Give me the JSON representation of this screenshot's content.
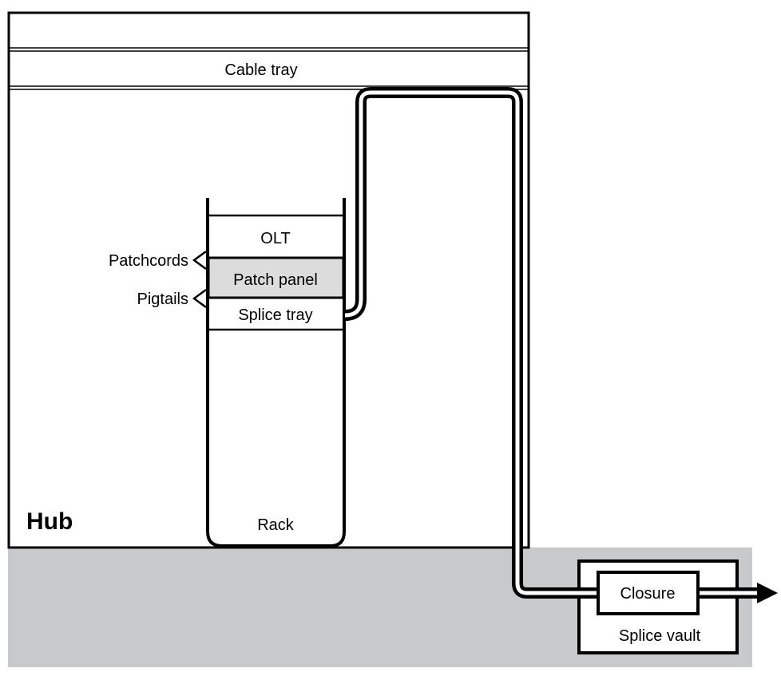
{
  "hub": {
    "label": "Hub"
  },
  "cable_tray": {
    "label": "Cable tray"
  },
  "rack": {
    "label": "Rack",
    "units": {
      "olt": "OLT",
      "patch_panel": "Patch panel",
      "splice_tray": "Splice tray"
    }
  },
  "callouts": {
    "patchcords": "Patchcords",
    "pigtails": "Pigtails"
  },
  "splice_vault": {
    "label": "Splice vault",
    "closure": "Closure"
  },
  "colors": {
    "ground": "#c8c9cb",
    "patch_panel_fill": "#dcdcdc",
    "stroke": "#000000"
  }
}
